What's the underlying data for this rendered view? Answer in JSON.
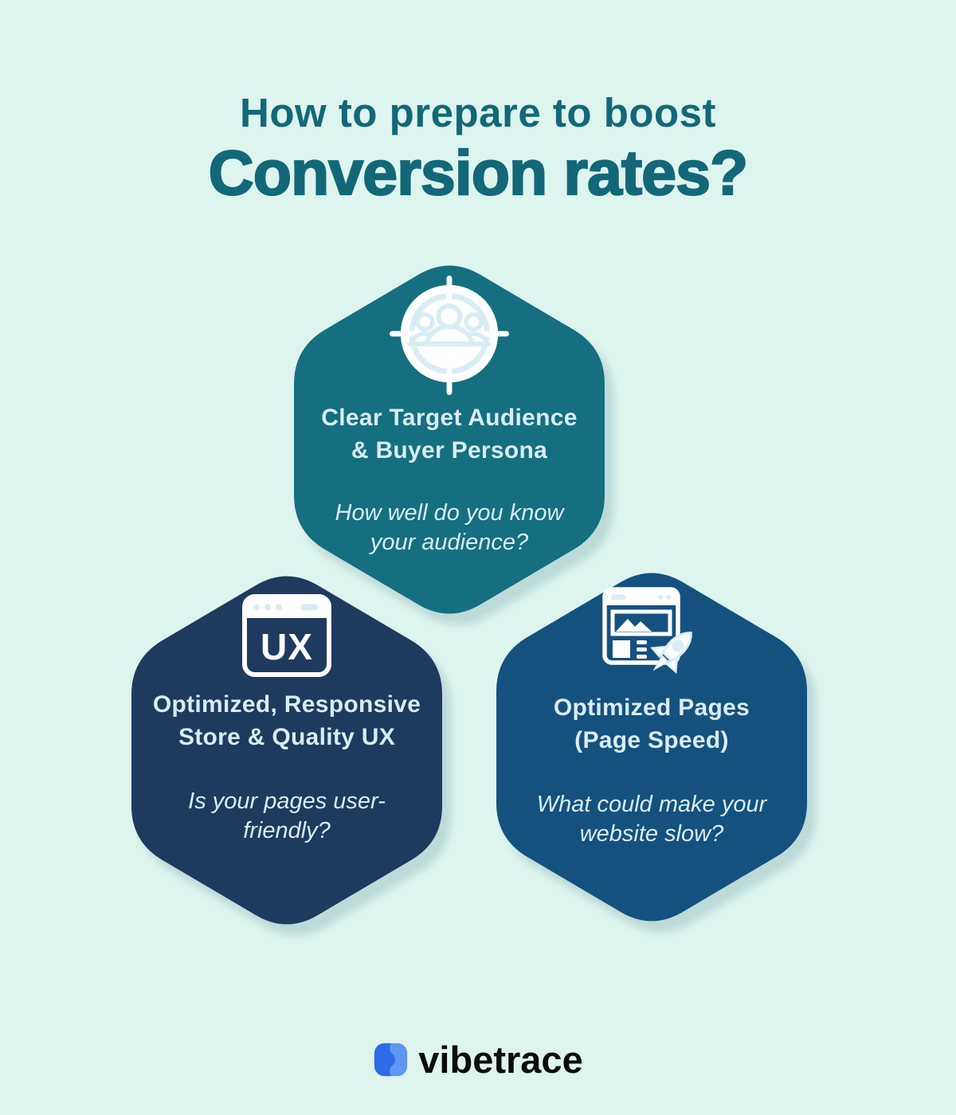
{
  "title": {
    "line1": "How to prepare to boost",
    "line2": "Conversion rates?"
  },
  "colors": {
    "background": "#def4ef",
    "title_text": "#126879",
    "hexagon_teal": "#156f80",
    "hexagon_navy": "#1e3a5f",
    "hexagon_blue": "#15517f",
    "hexagon_text": "#d8edf3",
    "icon_white": "#ffffff",
    "logo_dark_blue": "#2e6be6",
    "logo_light_blue": "#5e96f2",
    "logo_text": "#0b0c0e"
  },
  "hexagons": [
    {
      "id": "target-audience",
      "color": "#156f80",
      "icon": "target-audience-icon",
      "heading": "Clear Target Audience & Buyer Persona",
      "heading_line1": "Clear Target Audience",
      "heading_line2": "& Buyer Persona",
      "question": "How well do you know your audience?",
      "question_line1": "How well do you know",
      "question_line2": "your audience?"
    },
    {
      "id": "store-ux",
      "color": "#1e3a5f",
      "icon": "ux-browser-icon",
      "icon_label": "UX",
      "heading": "Optimized, Responsive Store & Quality UX",
      "heading_line1": "Optimized, Responsive",
      "heading_line2": "Store & Quality UX",
      "question": "Is your pages user-friendly?",
      "question_line1": "Is your pages user-",
      "question_line2": "friendly?"
    },
    {
      "id": "page-speed",
      "color": "#15517f",
      "icon": "page-speed-rocket-icon",
      "heading": "Optimized Pages (Page Speed)",
      "heading_line1": "Optimized Pages",
      "heading_line2": "(Page Speed)",
      "question": "What could make your website slow?",
      "question_line1": "What could make your",
      "question_line2": "website slow?"
    }
  ],
  "footer": {
    "brand": "vibetrace"
  }
}
